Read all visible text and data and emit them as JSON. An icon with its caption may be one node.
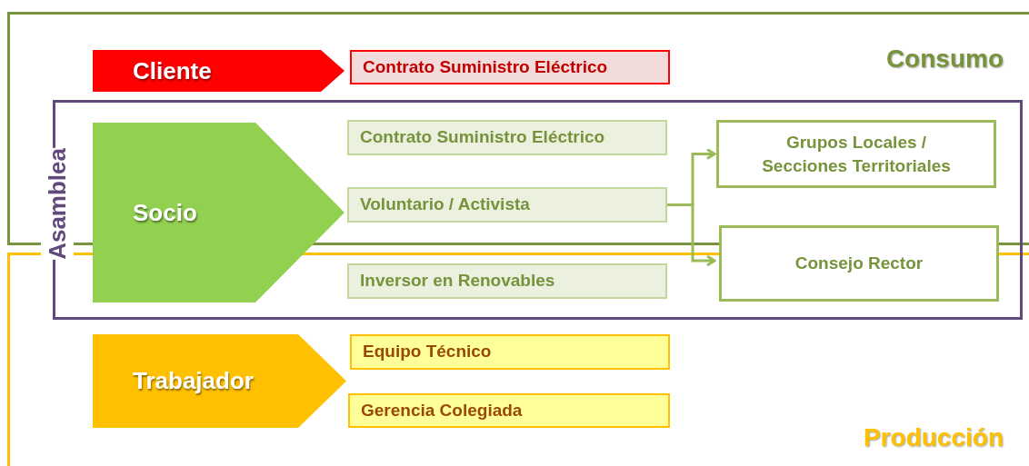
{
  "diagram": {
    "nodes": [
      {
        "text": [
          "Consumo"
        ]
      },
      {
        "text": [
          "Producción"
        ]
      },
      {
        "text": [
          "Asamblea"
        ]
      },
      {
        "text": [
          "Cliente"
        ],
        "in": 0
      },
      {
        "text": [
          "Contrato Suministro Eléctrico"
        ],
        "in": 0
      },
      {
        "text": [
          "Socio"
        ],
        "in": 2
      },
      {
        "text": [
          "Contrato Suministro Eléctrico"
        ]
      },
      {
        "text": [
          "Voluntario / Activista"
        ]
      },
      {
        "text": [
          "Inversor en Renovables"
        ]
      },
      {
        "text": [
          "Grupos Locales / Secciones Territoriales"
        ]
      },
      {
        "text": [
          "Consejo Rector"
        ],
        "in": 2
      },
      {
        "text": [
          "Trabajador"
        ],
        "in": 1
      },
      {
        "text": [
          "Equipo Técnico"
        ],
        "in": 1
      },
      {
        "text": [
          "Gerencia Colegiada"
        ],
        "in": 1
      }
    ],
    "edges": [
      {
        "from": 7,
        "to": 9,
        "arrow": "to"
      },
      {
        "from": 7,
        "to": 10,
        "arrow": "to"
      }
    ]
  }
}
